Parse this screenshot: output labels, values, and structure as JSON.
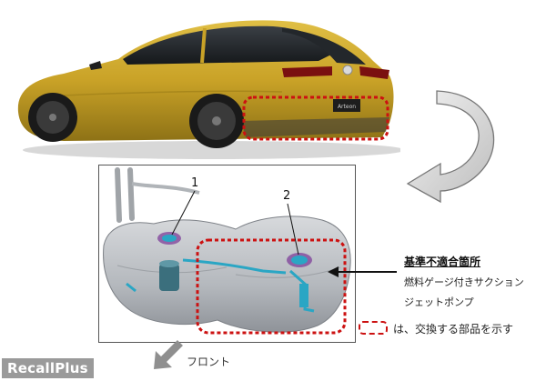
{
  "car": {
    "badge_text": "Arteon"
  },
  "diagram": {
    "callout_1": "1",
    "callout_2": "2"
  },
  "annotation": {
    "title": "基準不適合箇所",
    "desc_line1": "燃料ゲージ付きサクション",
    "desc_line2": "ジェットポンプ"
  },
  "legend": {
    "text": "は、交換する部品を示す"
  },
  "direction": {
    "label": "フロント"
  },
  "watermark": {
    "text": "RecallPlus"
  },
  "colors": {
    "car_body": "#c9a227",
    "highlight_dash": "#cc1111",
    "pump_blue": "#2aa6c4",
    "tank_gray": "#b9bdc2",
    "arrow_gray": "#8f8f8f"
  }
}
